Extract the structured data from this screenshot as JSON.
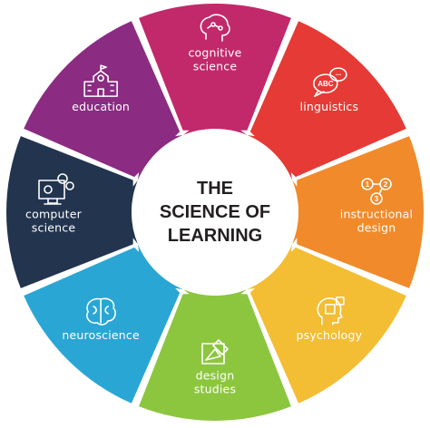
{
  "center": {
    "line1": "THE",
    "line2": "SCIENCE OF",
    "line3": "LEARNING"
  },
  "segments": [
    {
      "id": "cognitive-science",
      "lines": [
        "cognitive",
        "science"
      ],
      "color": "#c1296b",
      "icon": "brain-network-icon"
    },
    {
      "id": "linguistics",
      "lines": [
        "linguistics"
      ],
      "color": "#e53a35",
      "icon": "speech-bubbles-icon"
    },
    {
      "id": "instructional-design",
      "lines": [
        "instructional",
        "design"
      ],
      "color": "#f18a2a",
      "icon": "numbered-steps-icon"
    },
    {
      "id": "psychology",
      "lines": [
        "psychology"
      ],
      "color": "#f3bd34",
      "icon": "head-puzzle-icon"
    },
    {
      "id": "design-studies",
      "lines": [
        "design",
        "studies"
      ],
      "color": "#8cc63f",
      "icon": "drafting-icon"
    },
    {
      "id": "neuroscience",
      "lines": [
        "neuroscience"
      ],
      "color": "#2aa6d5",
      "icon": "brain-icon"
    },
    {
      "id": "computer-science",
      "lines": [
        "computer",
        "science"
      ],
      "color": "#23344f",
      "icon": "monitor-gears-icon"
    },
    {
      "id": "education",
      "lines": [
        "education"
      ],
      "color": "#8b2b82",
      "icon": "school-building-icon"
    }
  ],
  "icon_abc_text": "ABC",
  "icon_dots_text": "...",
  "icon_steps_numbers": [
    "1",
    "2",
    "3"
  ]
}
